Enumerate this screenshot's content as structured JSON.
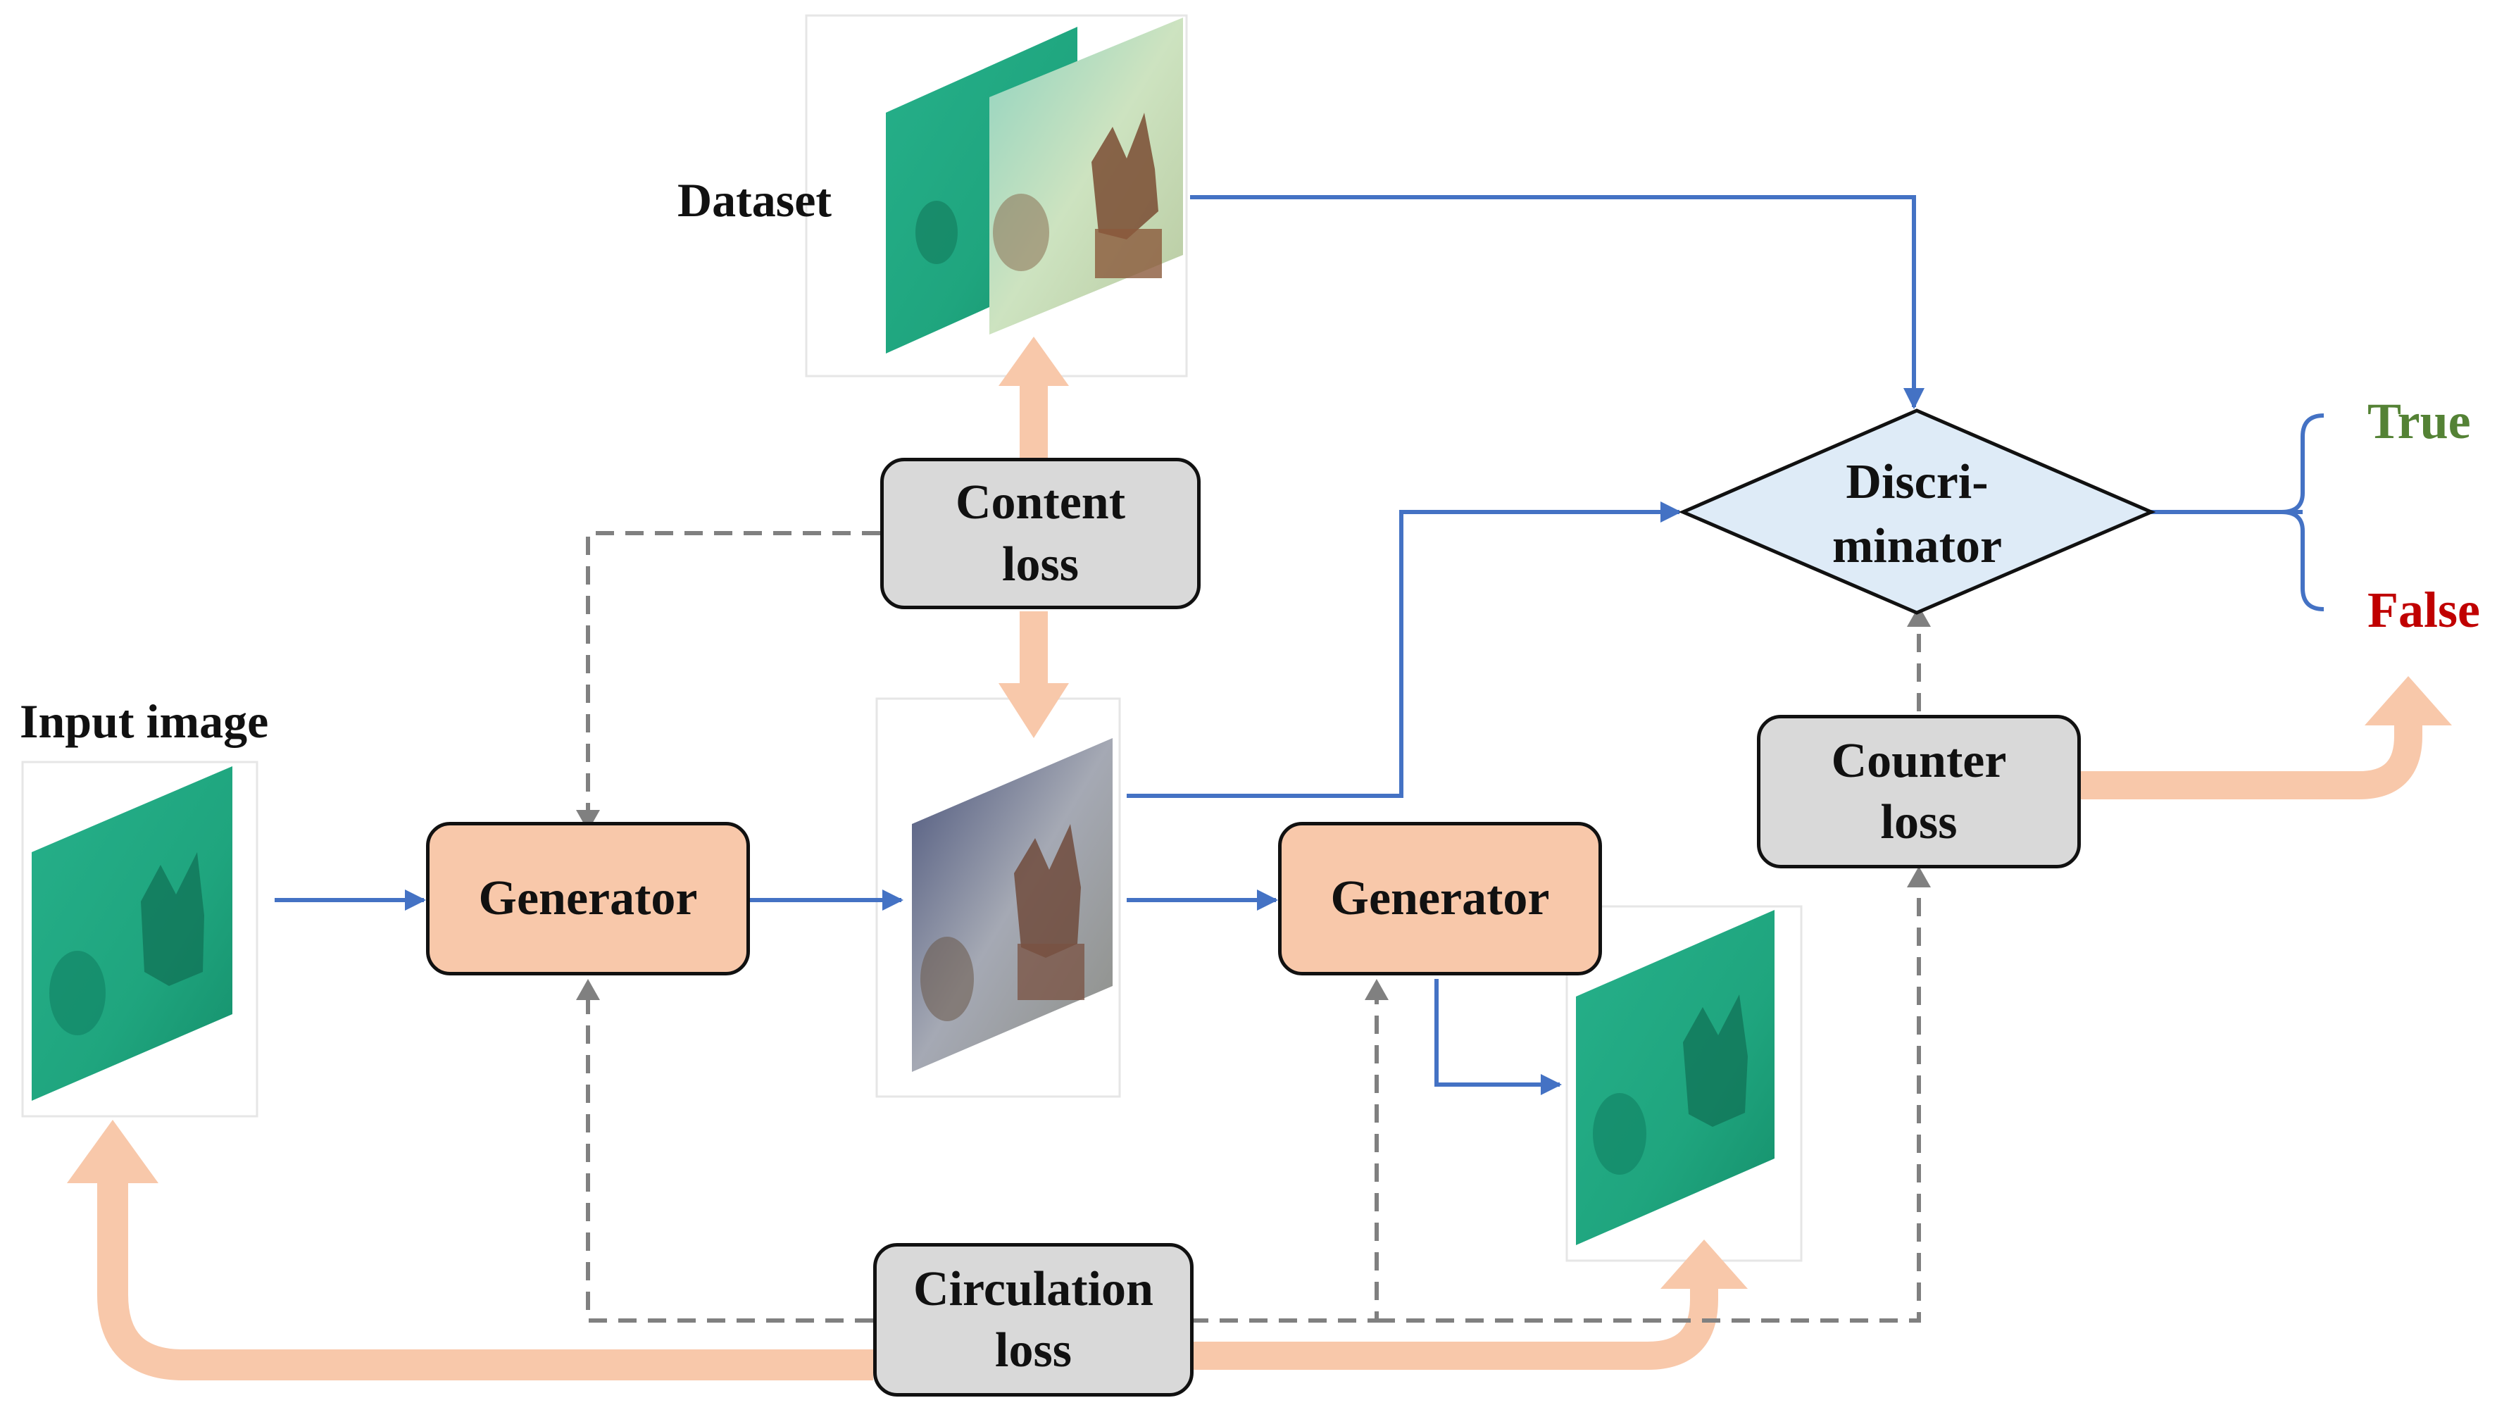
{
  "labels": {
    "dataset": "Dataset",
    "input_image": "Input image"
  },
  "generator_1": {
    "label": "Generator"
  },
  "generator_2": {
    "label": "Generator"
  },
  "content_loss": {
    "line1": "Content",
    "line2": "loss"
  },
  "counter_loss": {
    "line1": "Counter",
    "line2": "loss"
  },
  "circulation_loss": {
    "line1": "Circulation",
    "line2": "loss"
  },
  "discriminator": {
    "line1": "Discri-",
    "line2": "minator"
  },
  "outputs": {
    "true_label": "True",
    "false_label": "False"
  },
  "colors": {
    "flow_arrow": "#4472c4",
    "loss_arrow": "#f8c8aa",
    "dashed_line": "#808080",
    "generator_fill": "#f8c8aa",
    "loss_fill": "#d9d9d9",
    "discriminator_fill": "#deebf7",
    "true_text": "#548235",
    "false_text": "#c00000",
    "image_green": "#1fa57e",
    "image_real": "#a7d6b9",
    "image_enhanced": "#7b87a0"
  }
}
